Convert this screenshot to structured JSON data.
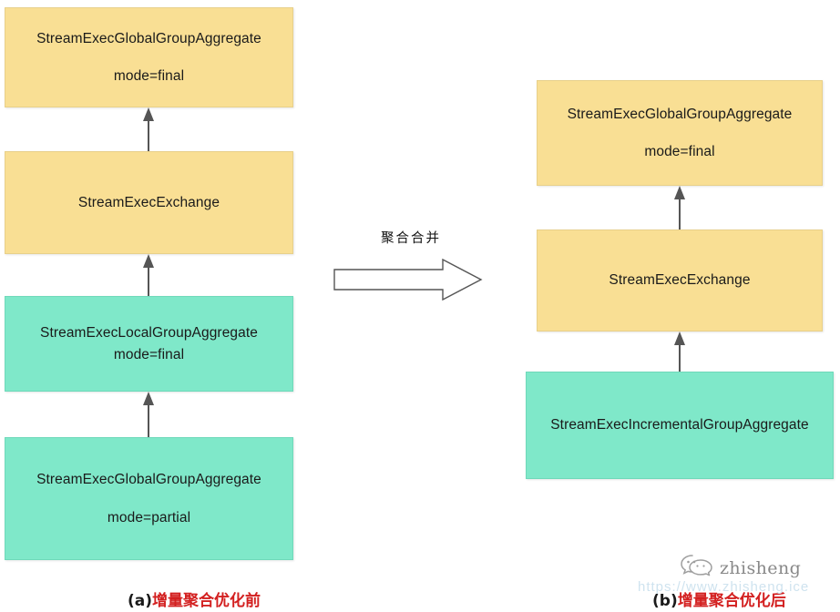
{
  "diagram": {
    "title_left": "(a)增量聚合优化前",
    "title_right": "(b)增量聚合优化后",
    "transform_label": "聚合合并",
    "colors": {
      "yellow_fill": "#f9df94",
      "teal_fill": "#7fe8c9",
      "caption_red": "#d32020",
      "arrow_stroke": "#555555"
    }
  },
  "left_panel": {
    "caption_index": "(a)",
    "caption_text": "增量聚合优化前",
    "nodes": [
      {
        "line1": "StreamExecGlobalGroupAggregate",
        "line2": "mode=final",
        "color": "yellow"
      },
      {
        "line1": "StreamExecExchange",
        "line2": "",
        "color": "yellow"
      },
      {
        "line1": "StreamExecLocalGroupAggregate",
        "line2": "mode=final",
        "color": "teal"
      },
      {
        "line1": "StreamExecGlobalGroupAggregate",
        "line2": "mode=partial",
        "color": "teal"
      }
    ]
  },
  "right_panel": {
    "caption_index": "(b)",
    "caption_text": "增量聚合优化后",
    "nodes": [
      {
        "line1": "StreamExecGlobalGroupAggregate",
        "line2": "mode=final",
        "color": "yellow"
      },
      {
        "line1": "StreamExecExchange",
        "line2": "",
        "color": "yellow"
      },
      {
        "line1": "StreamExecIncrementalGroupAggregate",
        "line2": "",
        "color": "teal"
      }
    ]
  },
  "watermark": {
    "brand": "zhisheng",
    "url": "https://www.zhisheng.ice"
  }
}
